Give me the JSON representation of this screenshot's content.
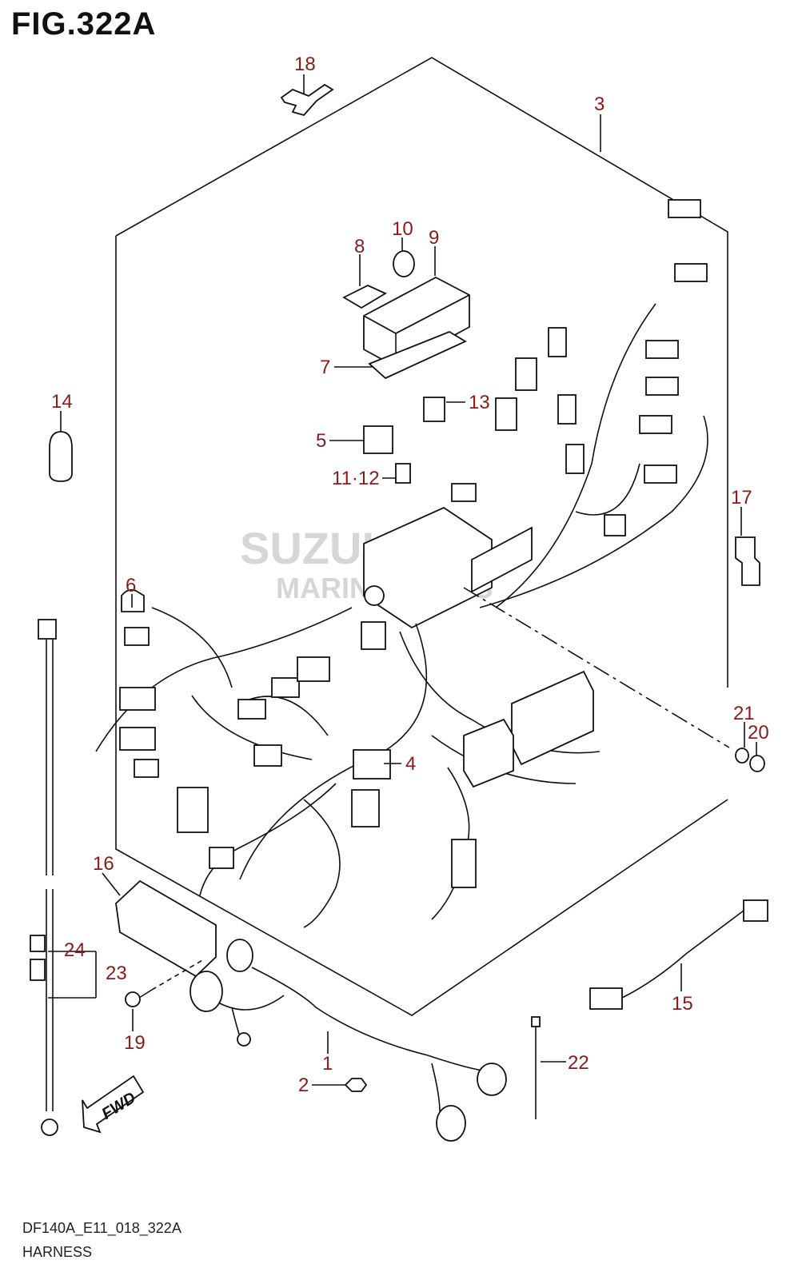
{
  "figure": {
    "title": "FIG.322A",
    "code": "DF140A_E11_018_322A",
    "name": "HARNESS"
  },
  "watermark": {
    "line1": "SUZUKI",
    "line2": "MARINE PARTS"
  },
  "direction_tag": "FWD",
  "callouts": {
    "c1": "1",
    "c2": "2",
    "c3": "3",
    "c4": "4",
    "c5": "5",
    "c6": "6",
    "c7": "7",
    "c8": "8",
    "c9": "9",
    "c10": "10",
    "c11_12": "11·12",
    "c13": "13",
    "c14": "14",
    "c15": "15",
    "c16": "16",
    "c17": "17",
    "c18": "18",
    "c19": "19",
    "c20": "20",
    "c21": "21",
    "c22": "22",
    "c23": "23",
    "c24": "24"
  },
  "colors": {
    "callout": "#8b1a1a",
    "line": "#111111"
  }
}
